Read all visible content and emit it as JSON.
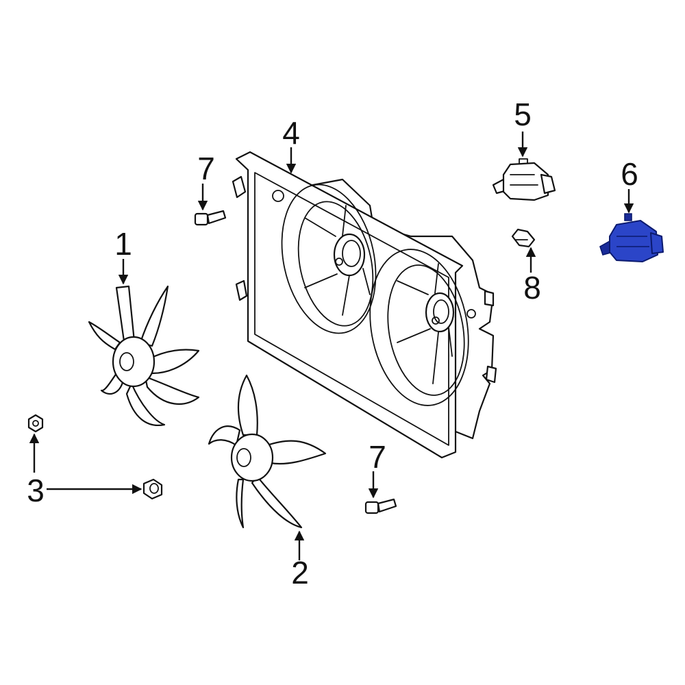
{
  "diagram": {
    "callouts": {
      "fan_1": "1",
      "fan_2": "2",
      "nut_3": "3",
      "shroud_4": "4",
      "motor_5": "5",
      "motor_6": "6",
      "bolt_7_upper": "7",
      "bolt_7_lower": "7",
      "clip_8": "8"
    },
    "colors": {
      "line_art": "#111111",
      "background": "#ffffff",
      "highlight": "#2b45c8"
    },
    "highlighted_part": "6"
  }
}
